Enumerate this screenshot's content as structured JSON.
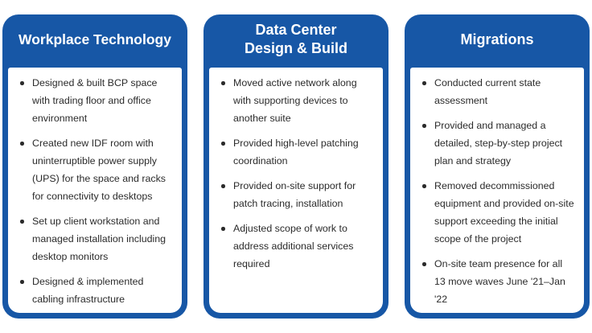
{
  "cards": [
    {
      "title": "Workplace Technology",
      "items": [
        "Designed & built BCP space with trading floor and office environment",
        "Created new IDF room with uninterruptible power supply (UPS) for the space and racks for connectivity to desktops",
        "Set up client workstation and managed installation including desktop monitors",
        "Designed & implemented cabling infrastructure"
      ]
    },
    {
      "title": "Data Center\nDesign & Build",
      "items": [
        "Moved active network along with supporting devices to another suite",
        "Provided high-level patching coordination",
        "Provided on-site support for patch tracing, installation",
        "Adjusted scope of work to address additional services required"
      ]
    },
    {
      "title": "Migrations",
      "items": [
        "Conducted current state assessment",
        "Provided and managed a detailed, step-by-step project plan and strategy",
        "Removed decommissioned equipment and provided on-site support exceeding the initial scope of the project",
        "On-site team presence for all 13 move waves June '21–Jan '22"
      ]
    }
  ],
  "colors": {
    "card_blue": "#1757a6",
    "text": "#2b2b2b"
  }
}
